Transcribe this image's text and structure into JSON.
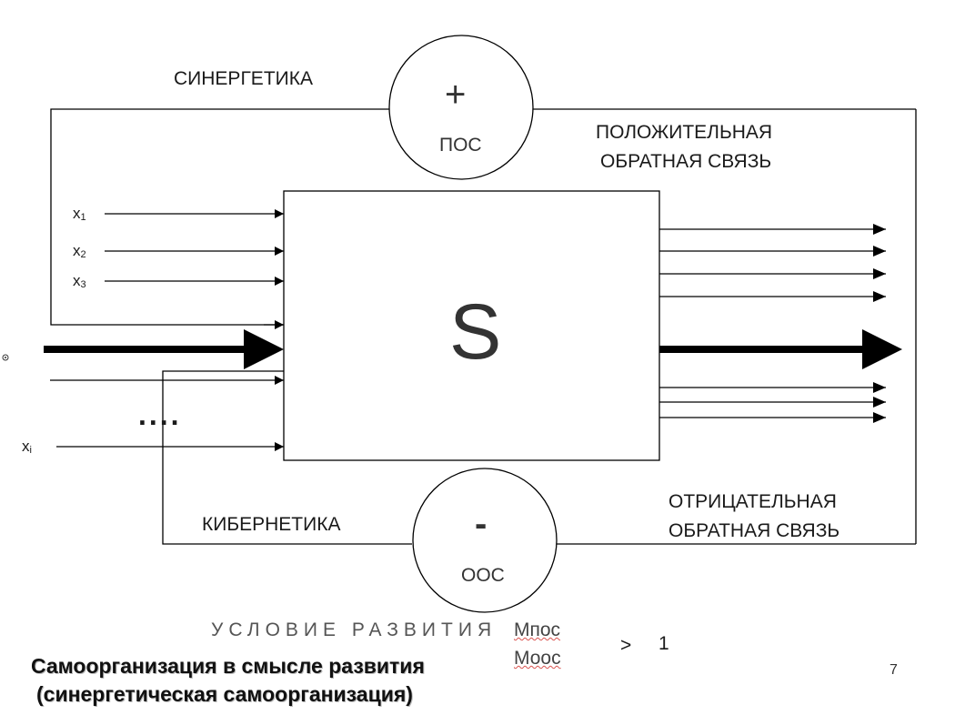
{
  "diagram": {
    "synergetics_label": "СИНЕРГЕТИКА",
    "cybernetics_label": "КИБЕРНЕТИКА",
    "positive_feedback_line1": "ПОЛОЖИТЕЛЬНАЯ",
    "positive_feedback_line2": "ОБРАТНАЯ СВЯЗЬ",
    "negative_feedback_line1": "ОТРИЦАТЕЛЬНАЯ",
    "negative_feedback_line2": "ОБРАТНАЯ СВЯЗЬ",
    "pos_symbol": "+",
    "pos_abbr": "ПОС",
    "neg_symbol": "-",
    "neg_abbr": "ООС",
    "system_label": "S",
    "inputs": [
      {
        "base": "x",
        "sub": "1"
      },
      {
        "base": "x",
        "sub": "2"
      },
      {
        "base": "x",
        "sub": "3"
      },
      {
        "base": "x",
        "sub": "i"
      }
    ],
    "ellipsis": "....",
    "small_mark": "⊗"
  },
  "condition": {
    "text": "УСЛОВИЕ РАЗВИТИЯ",
    "numerator": "Мпос",
    "denominator": "Моос",
    "operator": ">",
    "value": "1"
  },
  "title": {
    "line1": "Самоорганизация в смысле развития",
    "line2": "(синергетическая самоорганизация)"
  },
  "page_number": "7"
}
